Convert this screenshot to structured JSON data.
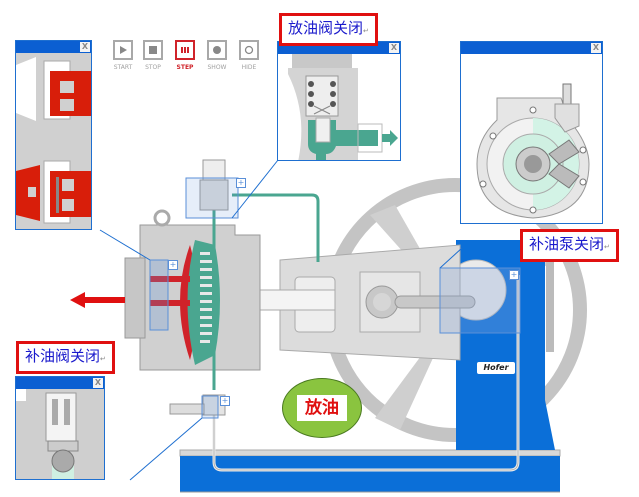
{
  "controls": [
    {
      "id": "start",
      "label": "START",
      "icon": "play-icon",
      "active": false
    },
    {
      "id": "stop",
      "label": "STOP",
      "icon": "stop-icon",
      "active": false
    },
    {
      "id": "step",
      "label": "STEP",
      "icon": "step-icon",
      "active": true
    },
    {
      "id": "show",
      "label": "SHOW",
      "icon": "filled-circle-icon",
      "active": false
    },
    {
      "id": "hide",
      "label": "HIDE",
      "icon": "hollow-circle-icon",
      "active": false
    }
  ],
  "popups": {
    "discharge_valve": {
      "close_label": "X"
    },
    "pressure_valve": {
      "close_label": "X"
    },
    "pump": {
      "close_label": "X"
    },
    "refill_valve": {
      "close_label": "X"
    }
  },
  "labels": {
    "discharge_valve_closed": "放油阀关闭",
    "refill_pump_closed": "补油泵关闭",
    "refill_valve_closed": "补油阀关闭",
    "paragraph_mark": "↵"
  },
  "status": {
    "text": "放油"
  },
  "brand": {
    "logo_text": "Hofer"
  },
  "hotspot": {
    "expand_symbol": "+"
  },
  "colors": {
    "accent_red": "#e01010",
    "label_text_blue": "#1a1acc",
    "popup_blue": "#0b5fd2",
    "oil_green": "#4aa690",
    "status_green": "#8ac43f",
    "machine_grey": "#d0d0d0"
  }
}
